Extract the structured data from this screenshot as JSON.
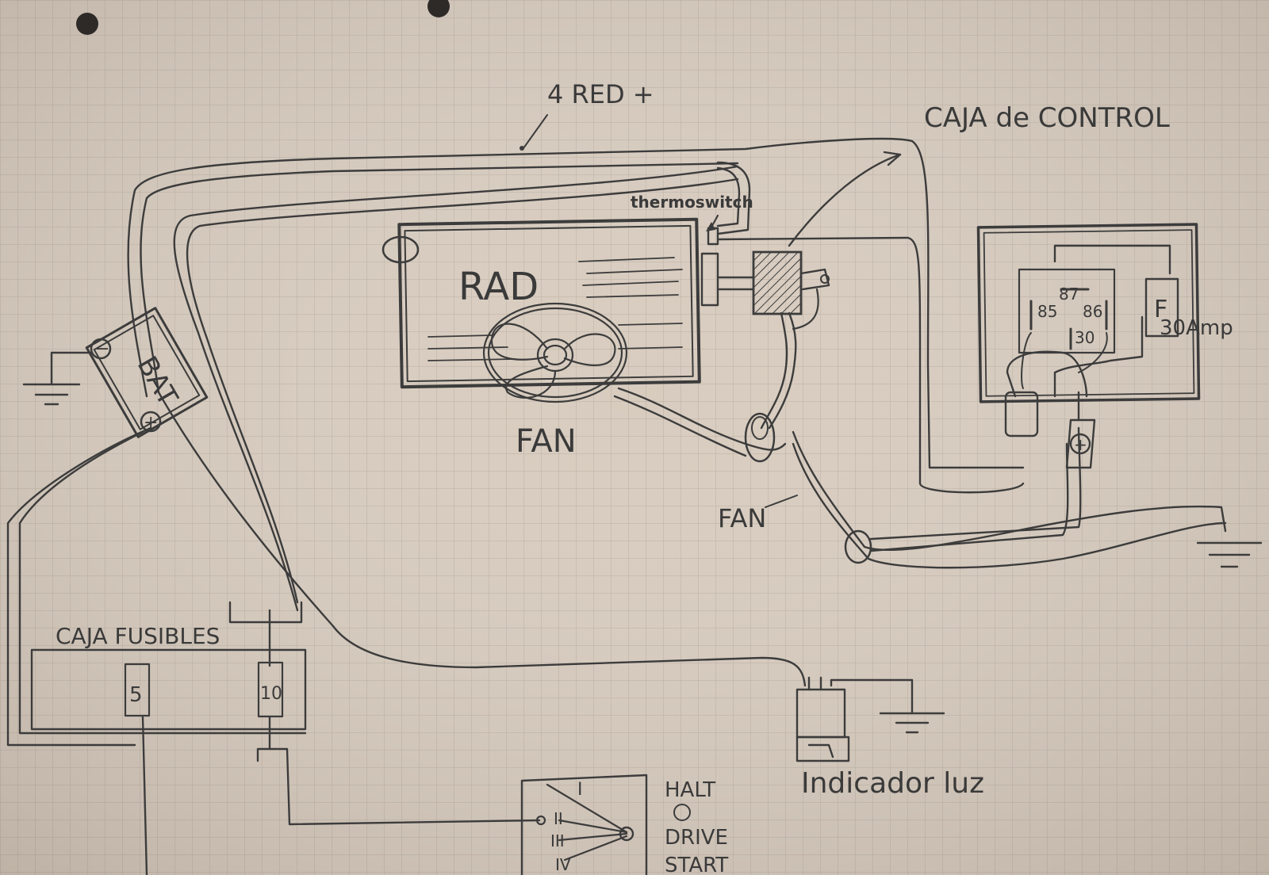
{
  "labels": {
    "wire_top": "4 RED +",
    "control_box": "CAJA de CONTROL",
    "thermoswitch": "thermoswitch",
    "radiator": "RAD",
    "fan_main": "FAN",
    "fan_wire": "FAN",
    "battery": "BAT",
    "battery_neg": "−",
    "battery_pos": "+",
    "fuse_box": "CAJA FUSIBLES",
    "fuse_a": "5",
    "fuse_b": "10",
    "relay_87": "87",
    "relay_85": "85",
    "relay_86": "86",
    "relay_30": "30",
    "relay_fuse": "F",
    "relay_fuse_rating": "30Amp",
    "plus_terminal": "+",
    "indicator": "Indicador luz",
    "ignition_1": "I",
    "ignition_2": "II",
    "ignition_3": "III",
    "ignition_4": "IV",
    "ignition_halt": "HALT",
    "ignition_drive": "DRIVE",
    "ignition_start": "START"
  },
  "colors": {
    "paper": "#d8ccbf",
    "grid": "#b9ada1",
    "ink": "#3c3c3c"
  }
}
